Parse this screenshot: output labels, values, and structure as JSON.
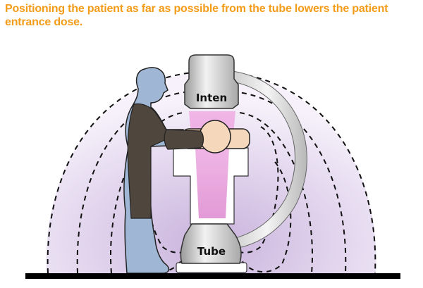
{
  "caption": "Positioning the patient as far as possible from the tube lowers the patient entrance dose.",
  "labels": {
    "intensifier": "Inten",
    "tube": "Tube"
  },
  "colors": {
    "caption": "#f39c1a",
    "scatter_field": "#e4d6ee",
    "beam": "#e8a0dc",
    "operator": "#9fb6d4",
    "apron": "#4f463e",
    "patient": "#f5d7bc",
    "equipment": "#d6d6d6",
    "floor": "#000000"
  },
  "figure": {
    "elements": [
      "operator-with-lead-apron",
      "patient-on-table",
      "image-intensifier",
      "x-ray-tube",
      "c-arm",
      "scatter-isodose-lines",
      "floor"
    ]
  }
}
